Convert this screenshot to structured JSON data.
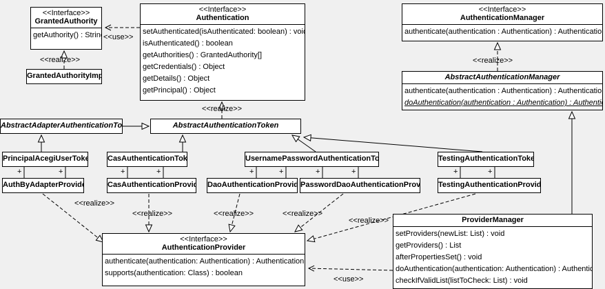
{
  "labels": {
    "use": "<<use>>",
    "realize": "<<realize>>",
    "plus": "+"
  },
  "classes": {
    "granted_authority": {
      "stereotype": "<<Interface>>",
      "name": "GrantedAuthority",
      "methods": [
        "getAuthority() : String"
      ]
    },
    "granted_authority_impl": {
      "name": "GrantedAuthorityImpl"
    },
    "authentication": {
      "stereotype": "<<Interface>>",
      "name": "Authentication",
      "methods": [
        "setAuthenticated(isAuthenticated: boolean) : void",
        "isAuthenticated() : boolean",
        "getAuthorities() : GrantedAuthority[]",
        "getCredentials() : Object",
        "getDetails() : Object",
        "getPrincipal() : Object"
      ]
    },
    "authentication_manager": {
      "stereotype": "<<Interface>>",
      "name": "AuthenticationManager",
      "methods": [
        "authenticate(authentication : Authentication) : Authentication"
      ]
    },
    "abstract_authentication_manager": {
      "name": "AbstractAuthenticationManager",
      "methods": [
        "authenticate(authentication : Authentication) : Authentication",
        "doAuthentication(authentication : Authentication) : Authentication"
      ]
    },
    "abstract_adapter_authentication_token": {
      "name": "AbstractAdapterAuthenticationToken"
    },
    "abstract_authentication_token": {
      "name": "AbstractAuthenticationToken"
    },
    "principal_acegi_user_token": {
      "name": "PrincipalAcegiUserToken"
    },
    "cas_authentication_token": {
      "name": "CasAuthenticationToken"
    },
    "username_password_authentication_token": {
      "name": "UsernamePasswordAuthenticationToken"
    },
    "testing_authentication_token": {
      "name": "TestingAuthenticationToken"
    },
    "auth_by_adapter_provider": {
      "name": "AuthByAdapterProvider"
    },
    "cas_authentication_provider": {
      "name": "CasAuthenticationProvider"
    },
    "dao_authentication_provider": {
      "name": "DaoAuthenticationProvider"
    },
    "password_dao_authentication_provider": {
      "name": "PasswordDaoAuthenticationProvider"
    },
    "testing_authentication_provider": {
      "name": "TestingAuthenticationProvider"
    },
    "authentication_provider": {
      "stereotype": "<<Interface>>",
      "name": "AuthenticationProvider",
      "methods": [
        "authenticate(authentication: Authentication) : Authentication",
        "supports(authentication: Class) : boolean"
      ]
    },
    "provider_manager": {
      "name": "ProviderManager",
      "methods": [
        "setProviders(newList: List) : void",
        "getProviders() : List",
        "afterPropertiesSet() : void",
        "doAuthentication(authentication: Authentication) : Authentication",
        "checkIfValidList(listToCheck: List) : void"
      ]
    }
  }
}
